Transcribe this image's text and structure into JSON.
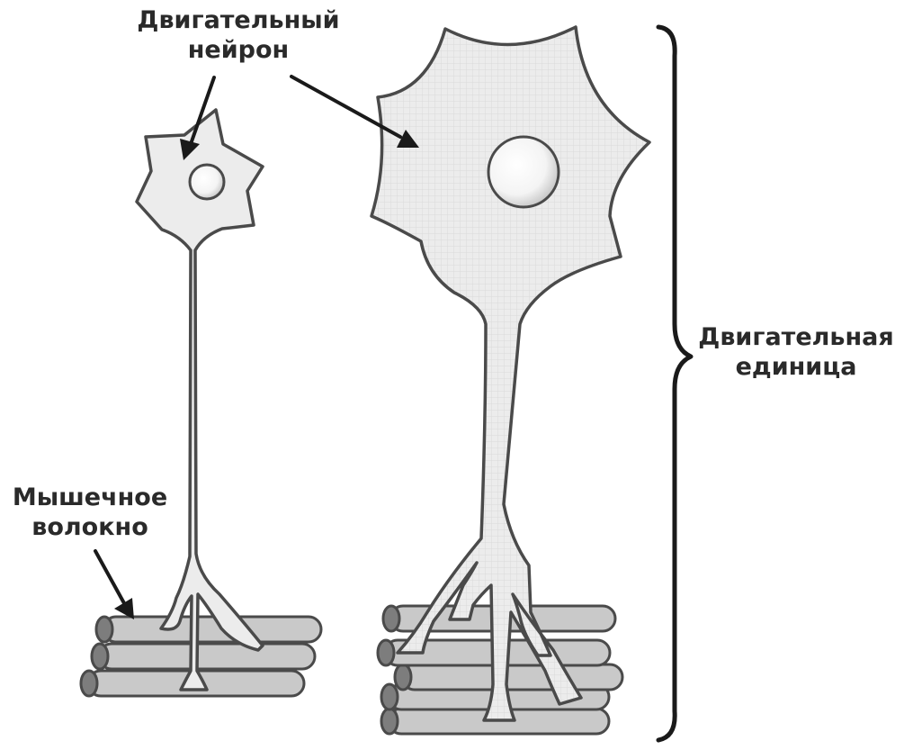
{
  "labels": {
    "motor_neuron": [
      "Двигательный",
      "нейрон"
    ],
    "muscle_fiber": [
      "Мышечное",
      "волокно"
    ],
    "motor_unit": [
      "Двигательная",
      "единица"
    ]
  },
  "colors": {
    "cell_fill": "#ececec",
    "outline": "#4a4a4a",
    "fiber_fill": "#c9c9c9",
    "fiber_end": "#7d7d7d",
    "arrow": "#1a1a1a",
    "text": "#2a2a2a"
  }
}
